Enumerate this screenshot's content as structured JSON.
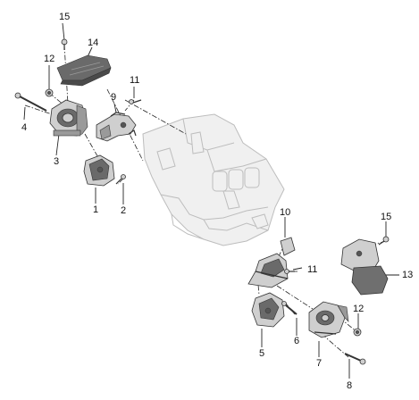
{
  "diagram": {
    "colors": {
      "line": "#222222",
      "engine_fill": "#f0f0f0",
      "engine_stroke": "#bdbdbd",
      "part_fill": "#cfcfcf",
      "part_dark": "#6a6a6a",
      "part_stroke": "#333333",
      "cover_fill": "#6f6f6f"
    },
    "callouts": {
      "c1": "1",
      "c2": "2",
      "c3": "3",
      "c4": "4",
      "c5": "5",
      "c6": "6",
      "c7": "7",
      "c8": "8",
      "c9": "9",
      "c10": "10",
      "c11a": "11",
      "c11b": "11",
      "c12a": "12",
      "c12b": "12",
      "c13": "13",
      "c14": "14",
      "c15a": "15",
      "c15b": "15"
    }
  }
}
